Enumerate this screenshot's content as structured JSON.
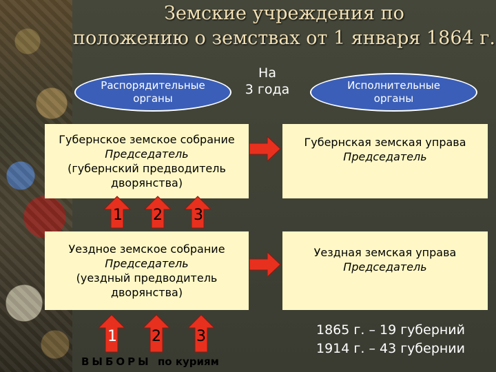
{
  "title": {
    "line1": "Земские учреждения по",
    "line2": "положению о земствах от 1 января 1864 г."
  },
  "left_header": {
    "line1": "Распорядительные",
    "line2": "органы"
  },
  "term": {
    "line1": "На",
    "line2": "3 года"
  },
  "right_header": {
    "line1": "Исполнительные",
    "line2": "органы"
  },
  "gubernia_assembly": {
    "line1": "Губернское земское собрание",
    "line2": "Председатель",
    "line3": "(губернский предводитель",
    "line4": "дворянства)"
  },
  "gubernia_board": {
    "line1": "Губернская земская управа",
    "line2": "Председатель"
  },
  "uezd_assembly": {
    "line1": "Уездное земское собрание",
    "line2": "Председатель",
    "line3": "(уездный предводитель",
    "line4": "дворянства)"
  },
  "uezd_board": {
    "line1": "Уездная земская управа",
    "line2": "Председатель"
  },
  "upper_curiae": [
    "1",
    "2",
    "3"
  ],
  "lower_curiae": [
    "1",
    "2",
    "3"
  ],
  "elections": {
    "main": "ВЫБОРЫ",
    "suffix": "по куриям"
  },
  "stats": {
    "line1": "1865 г. – 19 губерний",
    "line2": "1914 г. – 43 губернии"
  },
  "colors": {
    "box_fill": "#fff8c6",
    "arrow_fill": "#e8301f",
    "ellipse_fill": "#3b5fb8",
    "title_color": "#f2e1b6"
  }
}
